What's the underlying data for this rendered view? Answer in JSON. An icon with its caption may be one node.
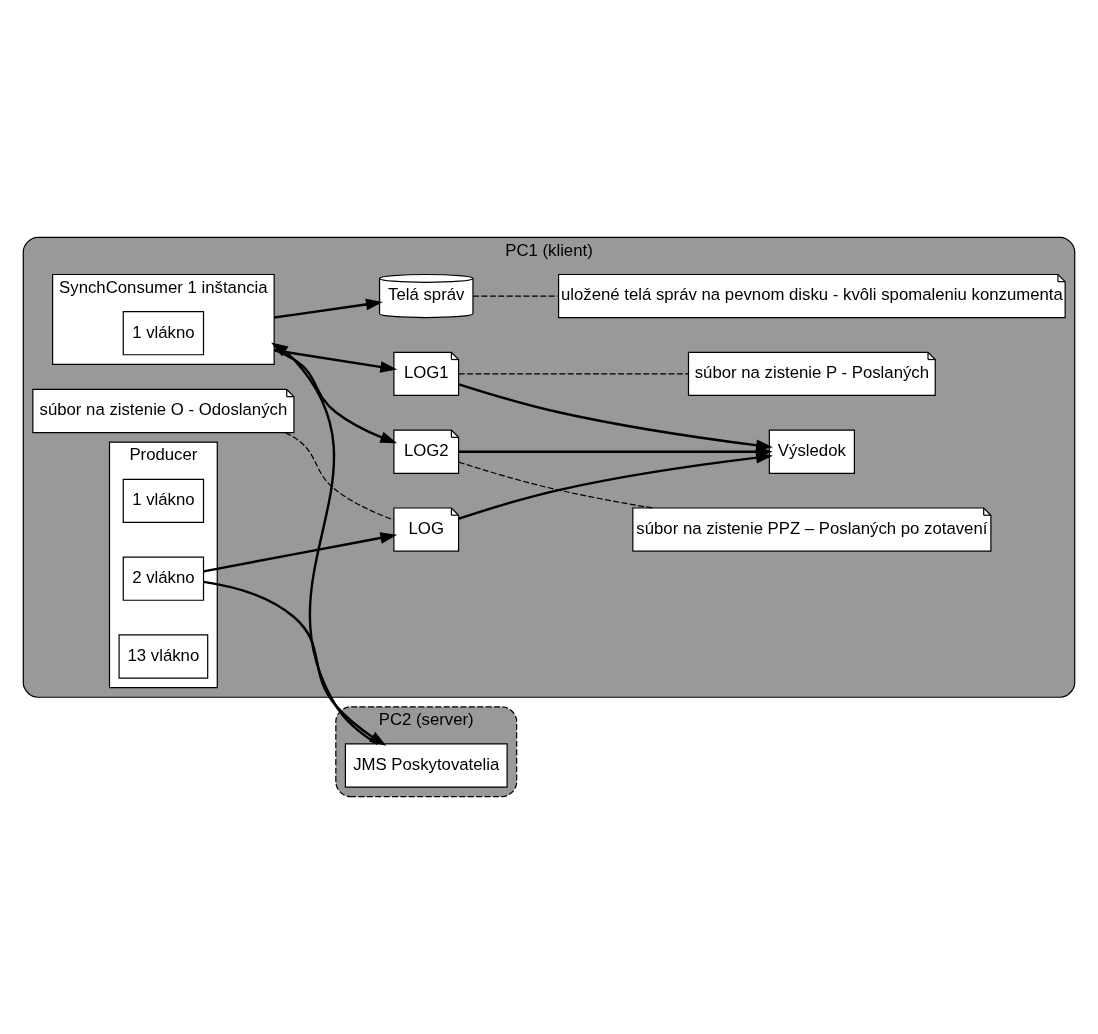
{
  "diagram": {
    "nodes": [
      {
        "text": [
          "PC1 (klient)"
        ]
      },
      {
        "text": [
          "súbor na zistenie O - Odoslaných"
        ],
        "in": 0
      },
      {
        "text": [
          "Producer"
        ],
        "in": 0
      },
      {
        "text": [
          "1 vlákno"
        ],
        "in": 2
      },
      {
        "text": [
          "2 vlákno"
        ],
        "in": 2
      },
      {
        "text": [
          "13 vlákno"
        ],
        "in": 2
      },
      {
        "text": [
          "LOG"
        ],
        "in": 0
      },
      {
        "text": [
          "Výsledok"
        ],
        "in": 0
      },
      {
        "text": [
          "SynchConsumer 1 inštancia"
        ],
        "in": 0
      },
      {
        "text": [
          "1 vlákno"
        ],
        "in": 8
      },
      {
        "text": [
          "LOG1"
        ],
        "in": 0
      },
      {
        "text": [
          "LOG2"
        ],
        "in": 0
      },
      {
        "text": [
          "Telá správ"
        ],
        "in": 0
      },
      {
        "text": [
          "súbor na zistenie P - Poslaných"
        ],
        "in": 0
      },
      {
        "text": [
          "súbor na zistenie PPZ – Poslaných po zotavení"
        ],
        "in": 0
      },
      {
        "text": [
          "uložené telá správ na pevnom disku - kvôli spomaleniu konzumenta"
        ],
        "in": 0
      },
      {
        "text": [
          "PC2 (server)"
        ]
      },
      {
        "text": [
          "JMS Poskytovatelia"
        ],
        "in": 16
      }
    ],
    "edges": [
      {
        "from": 1,
        "to": 6,
        "arrow": "none",
        "style": "dashed"
      },
      {
        "from": 4,
        "to": 6,
        "arrow": "to"
      },
      {
        "from": 6,
        "to": 7,
        "arrow": "to"
      },
      {
        "from": 4,
        "to": 17,
        "arrow": "to"
      },
      {
        "from": 17,
        "to": 8,
        "arrow": "to"
      },
      {
        "from": 10,
        "to": 7,
        "arrow": "to"
      },
      {
        "from": 8,
        "to": 10,
        "arrow": "to"
      },
      {
        "from": 8,
        "to": 11,
        "arrow": "to"
      },
      {
        "from": 11,
        "to": 7,
        "arrow": "to"
      },
      {
        "from": 8,
        "to": 12,
        "arrow": "to"
      },
      {
        "from": 10,
        "to": 13,
        "arrow": "none",
        "style": "dashed"
      },
      {
        "from": 11,
        "to": 14,
        "arrow": "none",
        "style": "dashed"
      },
      {
        "from": 12,
        "to": 15,
        "arrow": "none",
        "style": "dashed"
      }
    ]
  }
}
